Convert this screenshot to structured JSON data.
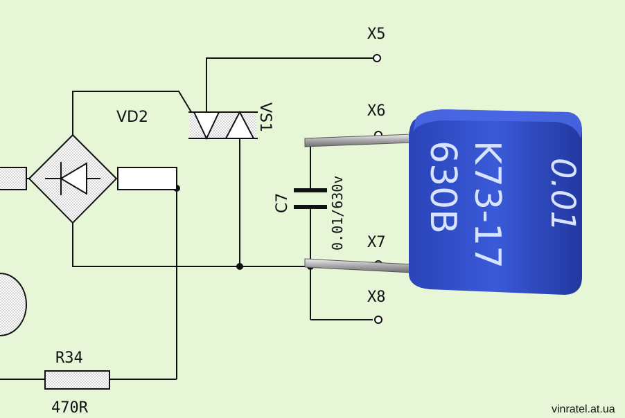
{
  "labels": {
    "x5": "X5",
    "x6": "X6",
    "x7": "X7",
    "x8": "X8",
    "vd2": "VD2",
    "vs1": "VS1",
    "c7": "C7",
    "c7_value": "0.01/630v",
    "r34": "R34",
    "r34_value": "470R"
  },
  "capacitor": {
    "line1": "0.01",
    "line2": "K73-17",
    "line3": "630B",
    "color": "#3355cc"
  },
  "watermark": "vinratel.at.ua",
  "colors": {
    "background": "#e8f6d8",
    "wire": "#111111"
  }
}
